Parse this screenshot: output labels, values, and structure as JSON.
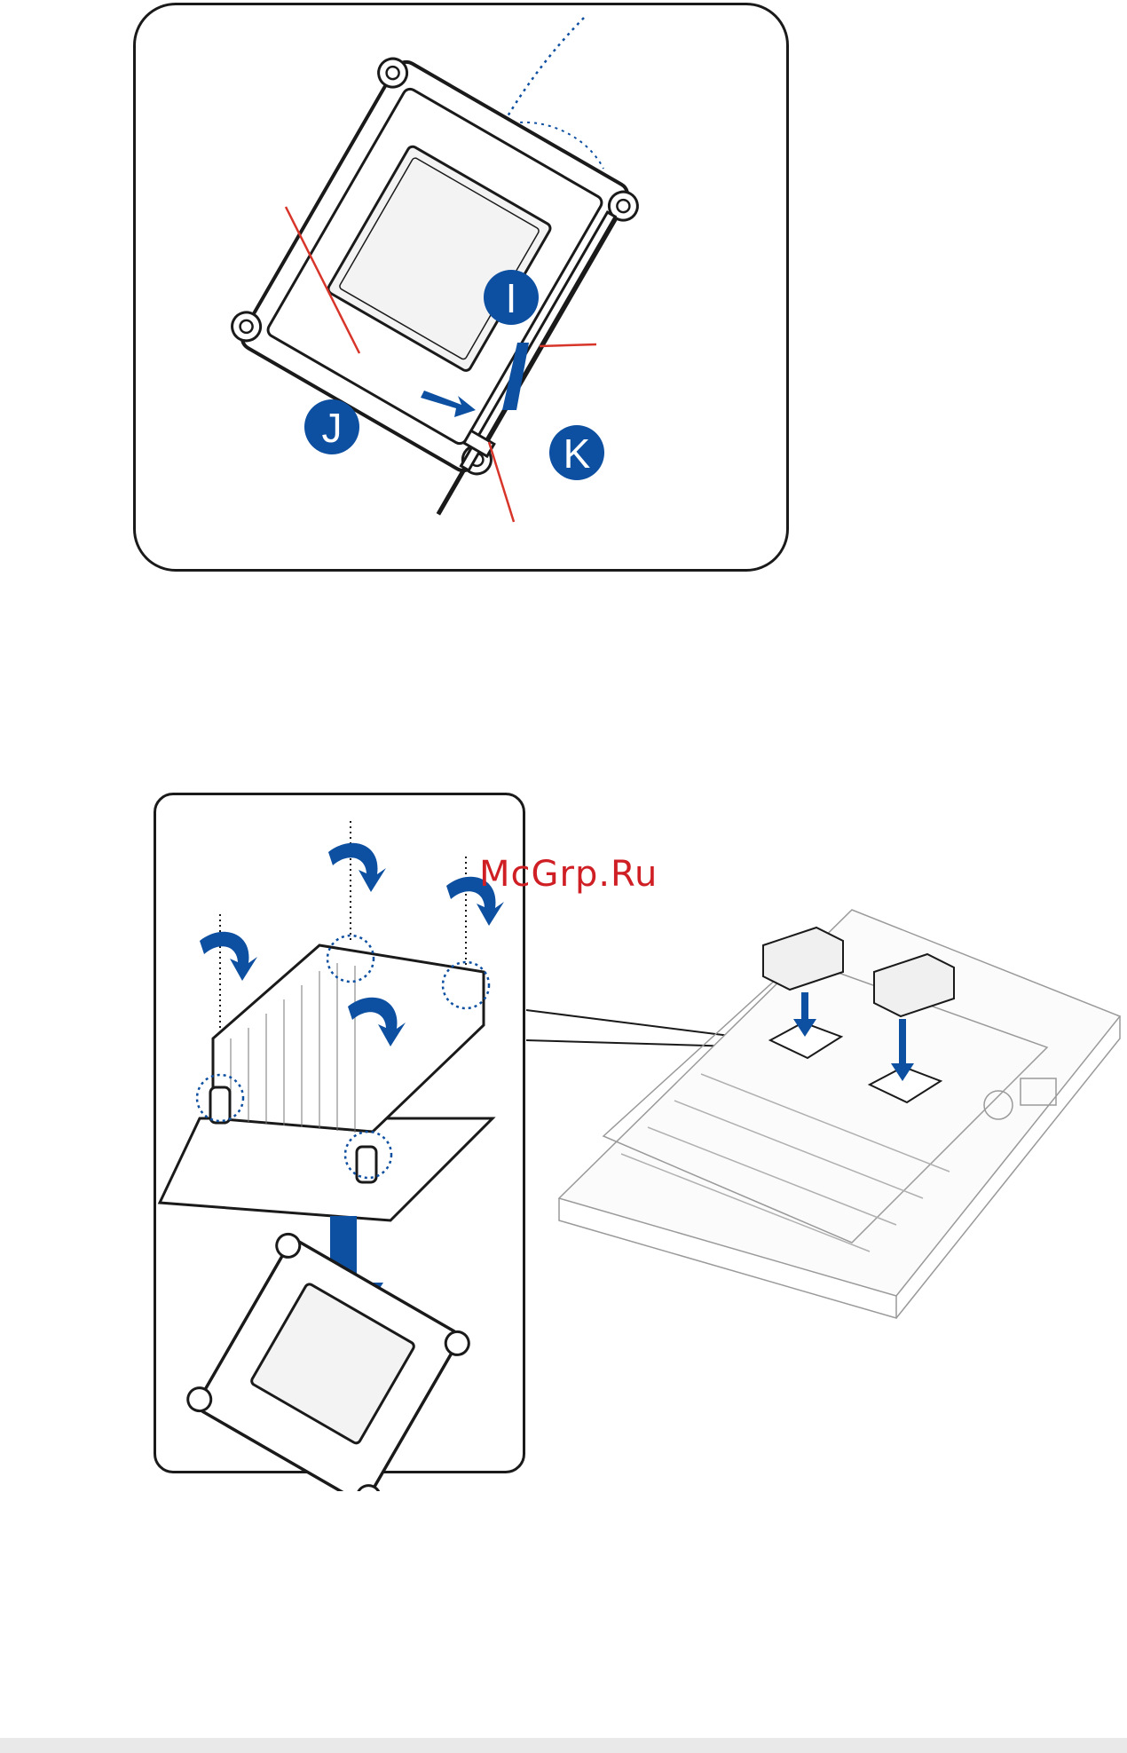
{
  "callouts": {
    "step_i": "I",
    "step_j": "J",
    "step_k": "K"
  },
  "watermark": "McGrp.Ru",
  "colors": {
    "badge": "#0d4fa0",
    "arrow": "#0d4fa0",
    "leader_line": "#d8352a",
    "outline": "#1a1a1a",
    "light_outline": "#9a9a9a",
    "watermark": "#cf1f25"
  }
}
